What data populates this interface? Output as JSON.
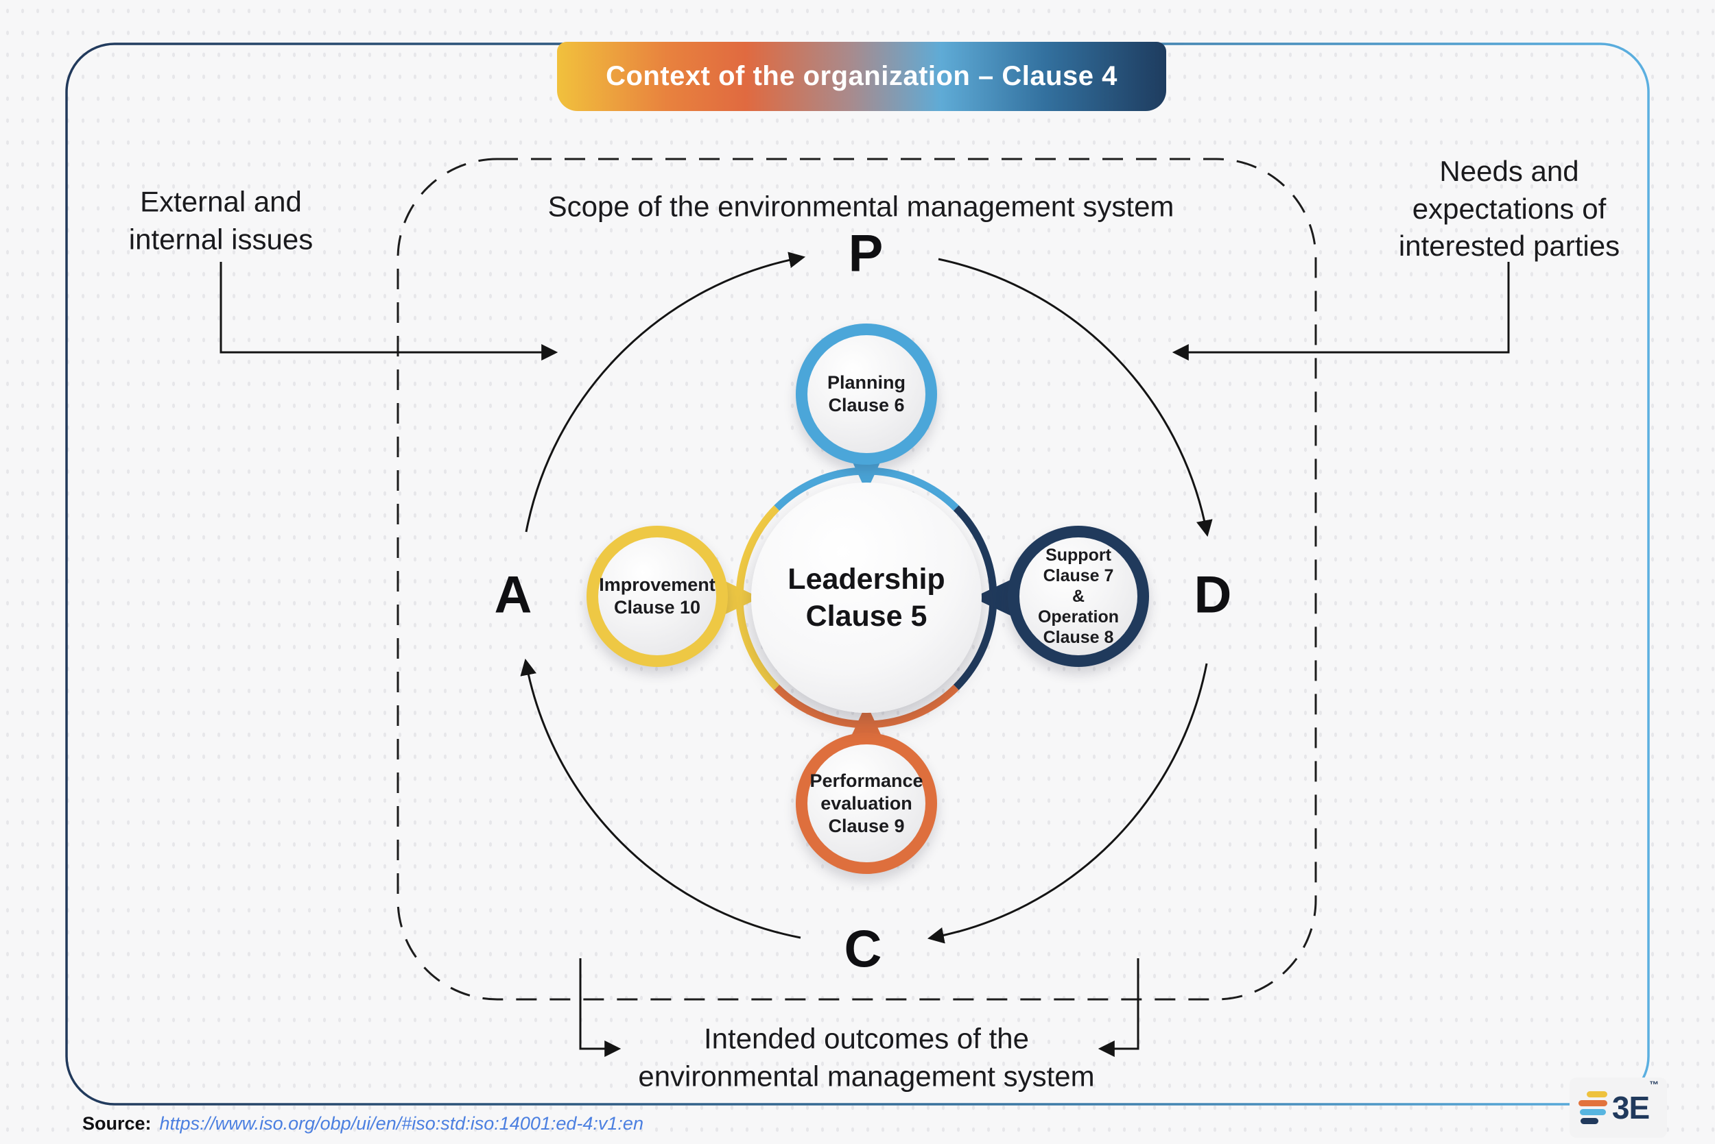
{
  "title": "Context of the organization – Clause 4",
  "outer_labels": {
    "external": {
      "lines": [
        "External and",
        "internal issues"
      ]
    },
    "needs": {
      "lines": [
        "Needs and",
        "expectations of",
        "interested parties"
      ]
    },
    "scope": "Scope of the environmental management system",
    "intended": {
      "lines": [
        "Intended outcomes of the",
        "environmental management system"
      ]
    }
  },
  "pdca": {
    "plan": "P",
    "do": "D",
    "check": "C",
    "act": "A"
  },
  "circles": {
    "center": {
      "lines": [
        "Leadership",
        "Clause 5"
      ]
    },
    "planning": {
      "lines": [
        "Planning",
        "Clause 6"
      ],
      "color": "#4BA6D9"
    },
    "support": {
      "lines": [
        "Support",
        "Clause 7",
        "&",
        "Operation",
        "Clause 8"
      ],
      "color": "#203A5C"
    },
    "performance": {
      "lines": [
        "Performance",
        "evaluation",
        "Clause 9"
      ],
      "color": "#DE6F3D"
    },
    "improvement": {
      "lines": [
        "Improvement",
        "Clause 10"
      ],
      "color": "#EEC844"
    }
  },
  "source": {
    "label": "Source:",
    "url_text": "https://www.iso.org/obp/ui/en/#iso:std:iso:14001:ed-4:v1:en"
  },
  "logo": {
    "text": "3E",
    "tm": "™"
  },
  "colors": {
    "blue": "#4BA6D9",
    "navy": "#203A5C",
    "orange": "#DE6F3D",
    "yellow": "#EEC844",
    "link": "#4B7FE0",
    "border_gradient_start": "#21395B",
    "border_gradient_end": "#5BAFE0",
    "banner_gradient": [
      "#F1C13D",
      "#E06A40",
      "#5FABD6",
      "#1E3C5F"
    ]
  }
}
